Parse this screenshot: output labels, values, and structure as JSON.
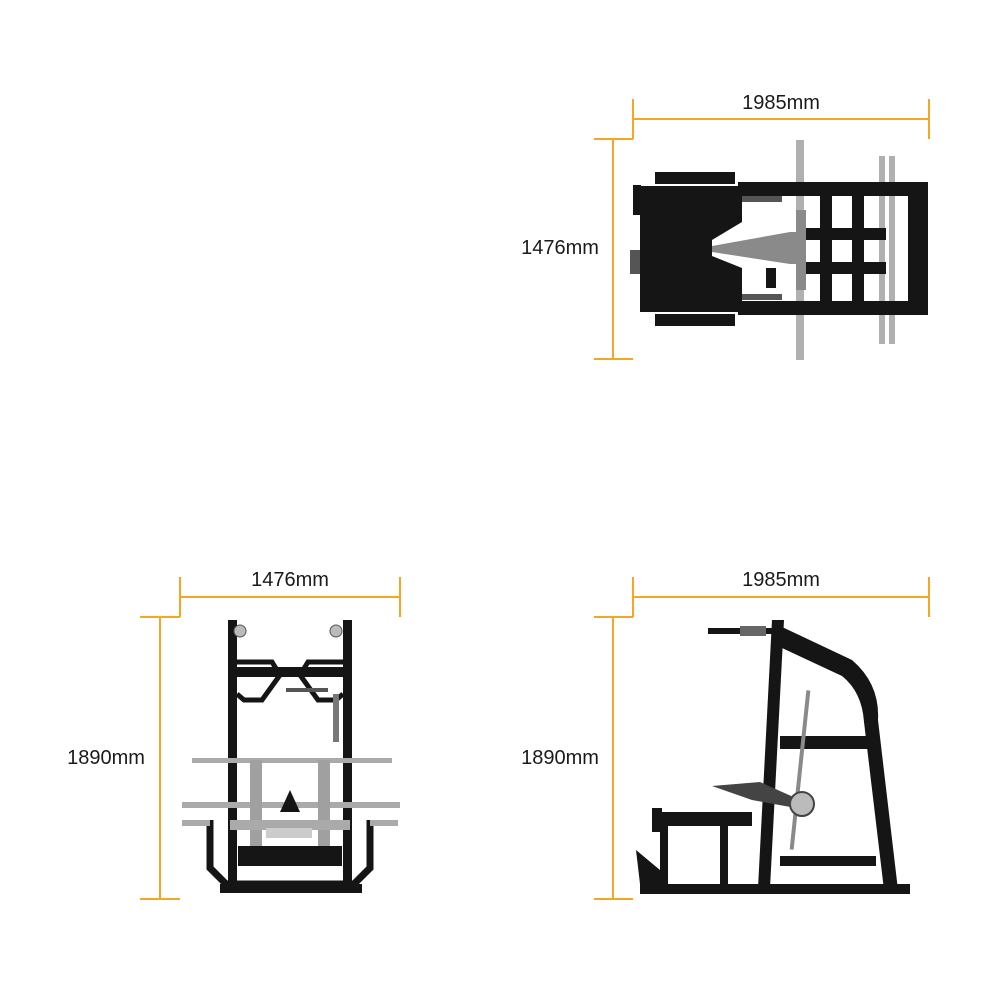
{
  "colors": {
    "dimension_line": "#F5A623",
    "frame": "#111111",
    "steel": "#9a9a9a",
    "steel_light": "#c8c8c8",
    "background": "#ffffff"
  },
  "views": {
    "top": {
      "width_label": "1985mm",
      "depth_label": "1476mm"
    },
    "front": {
      "width_label": "1476mm",
      "height_label": "1890mm"
    },
    "side": {
      "width_label": "1985mm",
      "height_label": "1890mm"
    }
  }
}
